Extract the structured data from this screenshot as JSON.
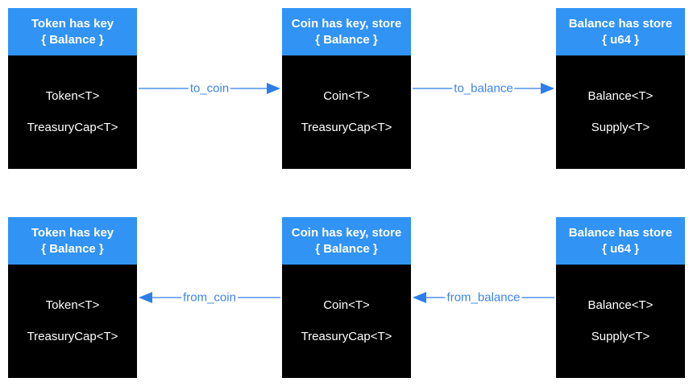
{
  "colors": {
    "header-blue": "#3193f4",
    "body-black": "#000000",
    "arrow-line": "#7facf4",
    "arrow-head": "#2e7ee8",
    "label-blue": "#3a84ea",
    "node-text": "#ffffff"
  },
  "rows": [
    {
      "boxes": [
        {
          "title": "Token has key",
          "subtitle": "{ Balance }",
          "fields": [
            "Token<T>",
            "TreasuryCap<T>"
          ]
        },
        {
          "title": "Coin has key, store",
          "subtitle": "{ Balance }",
          "fields": [
            "Coin<T>",
            "TreasuryCap<T>"
          ]
        },
        {
          "title": "Balance has store",
          "subtitle": "{ u64 }",
          "fields": [
            "Balance<T>",
            "Supply<T>"
          ]
        }
      ],
      "arrows": [
        {
          "label": "to_coin",
          "direction": "right"
        },
        {
          "label": "to_balance",
          "direction": "right"
        }
      ]
    },
    {
      "boxes": [
        {
          "title": "Token has key",
          "subtitle": "{ Balance }",
          "fields": [
            "Token<T>",
            "TreasuryCap<T>"
          ]
        },
        {
          "title": "Coin has key, store",
          "subtitle": "{ Balance }",
          "fields": [
            "Coin<T>",
            "TreasuryCap<T>"
          ]
        },
        {
          "title": "Balance has store",
          "subtitle": "{ u64 }",
          "fields": [
            "Balance<T>",
            "Supply<T>"
          ]
        }
      ],
      "arrows": [
        {
          "label": "from_coin",
          "direction": "left"
        },
        {
          "label": "from_balance",
          "direction": "left"
        }
      ]
    }
  ]
}
